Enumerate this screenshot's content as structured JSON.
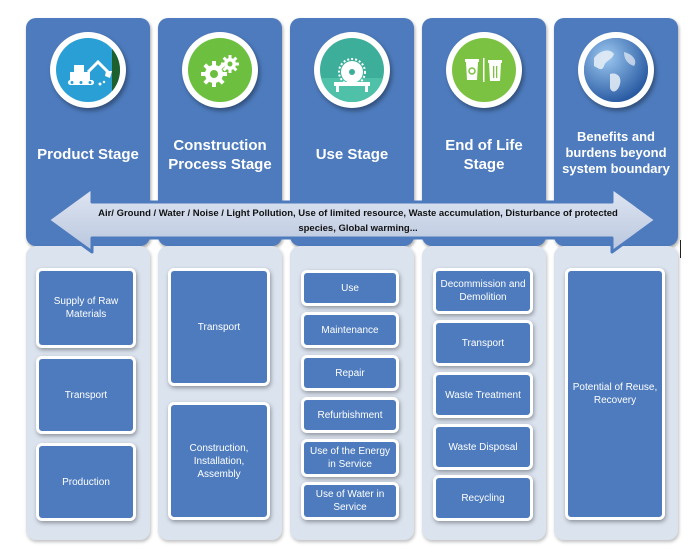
{
  "stages": [
    {
      "title": "Product Stage",
      "icon": "excavator-icon",
      "icon_color": "#2a9fd6"
    },
    {
      "title": "Construction Process Stage",
      "icon": "gears-icon",
      "icon_color": "#6cbf3f"
    },
    {
      "title": "Use Stage",
      "icon": "saw-icon",
      "icon_color": "#3cae9a"
    },
    {
      "title": "End of Life Stage",
      "icon": "recycle-bin-icon",
      "icon_color": "#7cc242"
    },
    {
      "title": "Benefits and burdens beyond system boundary",
      "icon": "globe-icon",
      "icon_color": "#3f7fd0"
    }
  ],
  "arrow_text": "Air/ Ground / Water / Noise / Light Pollution,  Use of limited resource, Waste accumulation, Disturbance of protected species, Global warming...",
  "product_boxes": [
    "Supply of Raw Materials",
    "Transport",
    "Production"
  ],
  "construction_boxes": [
    "Transport",
    "Construction, Installation, Assembly"
  ],
  "use_boxes": [
    "Use",
    "Maintenance",
    "Repair",
    "Refurbishment",
    "Use of the Energy in Service",
    "Use of Water in Service"
  ],
  "eol_boxes": [
    "Decommission and Demolition",
    "Transport",
    "Waste Treatment",
    "Waste Disposal",
    "Recycling"
  ],
  "beyond_boxes": [
    "Potential of Reuse, Recovery"
  ],
  "colors": {
    "stage_blue": "#4d7bbd",
    "panel_light": "#dbe3ef",
    "arrow_fill": "#c9d3e6"
  }
}
